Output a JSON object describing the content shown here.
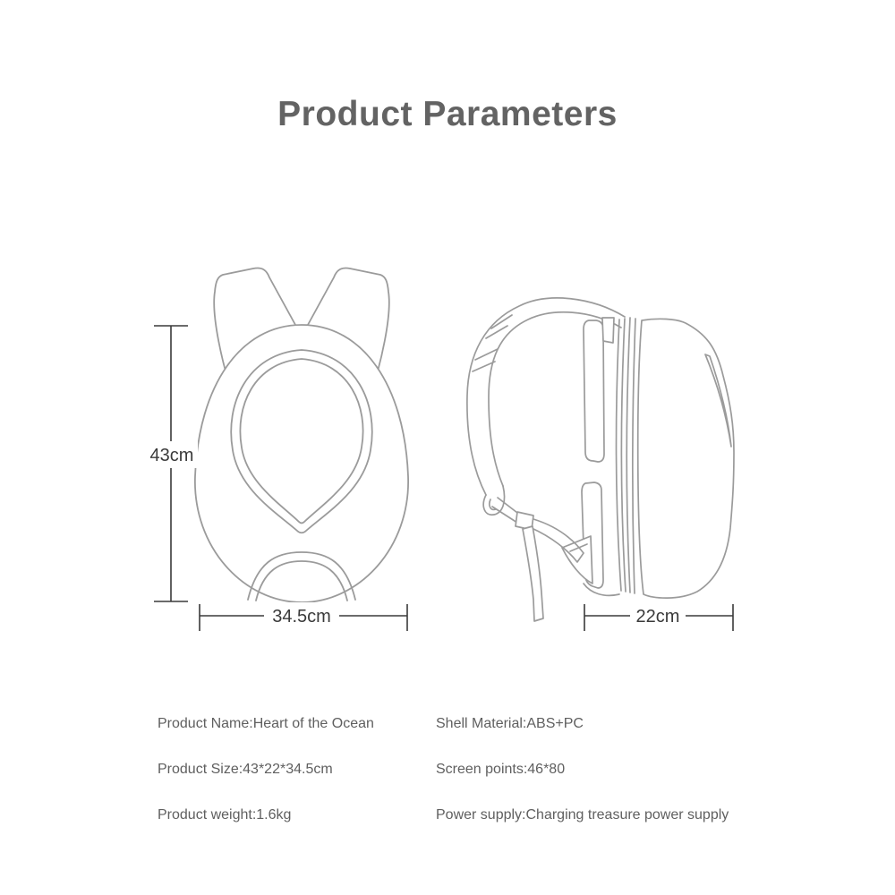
{
  "page": {
    "title": "Product Parameters"
  },
  "diagram": {
    "dimensions": {
      "height": "43cm",
      "width": "34.5cm",
      "depth": "22cm"
    }
  },
  "specs": {
    "rows": [
      {
        "left": "Product Name:Heart of the Ocean",
        "right": "Shell Material:ABS+PC"
      },
      {
        "left": "Product Size:43*22*34.5cm",
        "right": "Screen points:46*80"
      },
      {
        "left": "Product weight:1.6kg",
        "right": "Power supply:Charging treasure power supply"
      }
    ]
  },
  "colors": {
    "background": "#ffffff",
    "line_art": "#9b9b9b",
    "dimension_lines": "#3a3a3a",
    "title_text": "#636363",
    "spec_text": "#5f5f5f"
  }
}
